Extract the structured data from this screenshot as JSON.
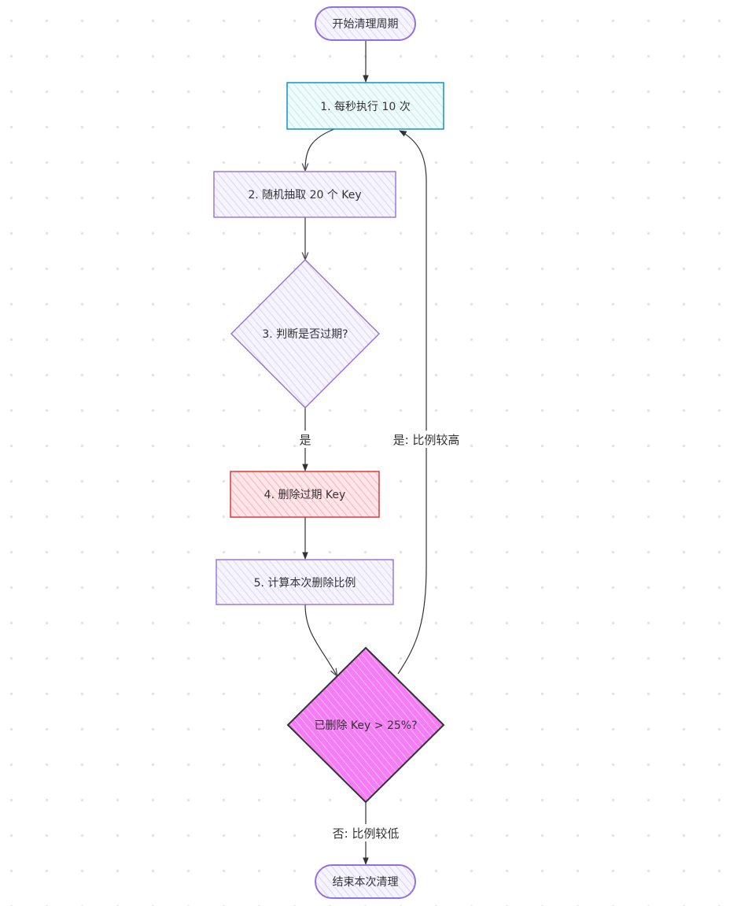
{
  "diagram": {
    "nodes": {
      "start": {
        "label": "开始清理周期",
        "shape": "stadium",
        "fill": "#ECECFF",
        "stroke": "#9370DB"
      },
      "step1": {
        "label": "1. 每秒执行 10 次",
        "shape": "rect",
        "fill": "#E0F7FA",
        "stroke": "#0288D1"
      },
      "step2": {
        "label": "2. 随机抽取 20 个 Key",
        "shape": "rect",
        "fill": "#ECECFF",
        "stroke": "#9370DB"
      },
      "step3": {
        "label": "3. 判断是否过期?",
        "shape": "diamond",
        "fill": "#ECECFF",
        "stroke": "#9370DB"
      },
      "step4": {
        "label": "4. 删除过期 Key",
        "shape": "rect",
        "fill": "#FFCDD2",
        "stroke": "#D32F2F"
      },
      "step5": {
        "label": "5. 计算本次删除比例",
        "shape": "rect",
        "fill": "#ECECFF",
        "stroke": "#9370DB"
      },
      "decision": {
        "label": "已删除 Key > 25%?",
        "shape": "diamond",
        "fill": "#F47CF5",
        "stroke": "#333333"
      },
      "end": {
        "label": "结束本次清理",
        "shape": "stadium",
        "fill": "#ECECFF",
        "stroke": "#9370DB"
      }
    },
    "edges": {
      "step3_to_step4": {
        "label": "是"
      },
      "decision_to_step1": {
        "label": "是: 比例较高"
      },
      "decision_to_end": {
        "label": "否: 比例较低"
      }
    },
    "edge_color": "#333333"
  }
}
